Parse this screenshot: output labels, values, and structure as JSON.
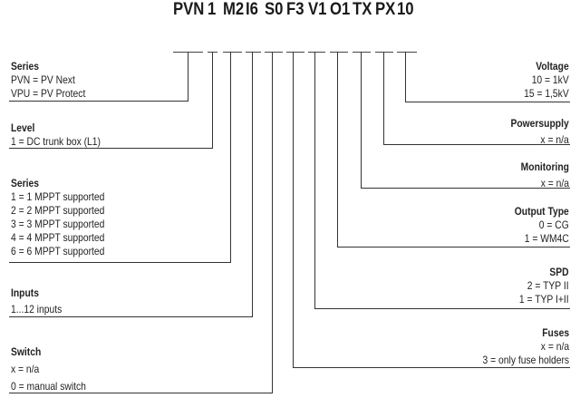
{
  "code_segments": [
    "PVN",
    "1",
    "M2",
    "I6",
    "S0",
    "F3",
    "V1",
    "O1",
    "TX",
    "PX",
    "10"
  ],
  "left_groups": [
    {
      "id": "series-type",
      "title": "Series",
      "lines": [
        "PVN = PV Next",
        "VPU = PV Protect"
      ]
    },
    {
      "id": "level",
      "title": "Level",
      "lines": [
        "1 = DC trunk box (L1)"
      ]
    },
    {
      "id": "series-mppt",
      "title": "Series",
      "lines": [
        "1 = 1 MPPT supported",
        "2 = 2 MPPT supported",
        "3 = 3 MPPT supported",
        "4 = 4 MPPT supported",
        "6 = 6 MPPT supported"
      ]
    },
    {
      "id": "inputs",
      "title": "Inputs",
      "lines": [
        "1...12 inputs"
      ]
    },
    {
      "id": "switch",
      "title": "Switch",
      "lines": [
        "x = n/a",
        "0 = manual switch"
      ]
    }
  ],
  "right_groups": [
    {
      "id": "voltage",
      "title": "Voltage",
      "lines": [
        "10 = 1kV",
        "15 = 1,5kV"
      ]
    },
    {
      "id": "powersupply",
      "title": "Powersupply",
      "lines": [
        "x = n/a"
      ]
    },
    {
      "id": "monitoring",
      "title": "Monitoring",
      "lines": [
        "x = n/a"
      ]
    },
    {
      "id": "output-type",
      "title": "Output Type",
      "lines": [
        "0 = CG",
        "1 = WM4C"
      ]
    },
    {
      "id": "spd",
      "title": "SPD",
      "lines": [
        "2 = TYP II",
        "1 = TYP I+II"
      ]
    },
    {
      "id": "fuses",
      "title": "Fuses",
      "lines": [
        "x = n/a",
        "3 = only fuse holders"
      ]
    }
  ]
}
